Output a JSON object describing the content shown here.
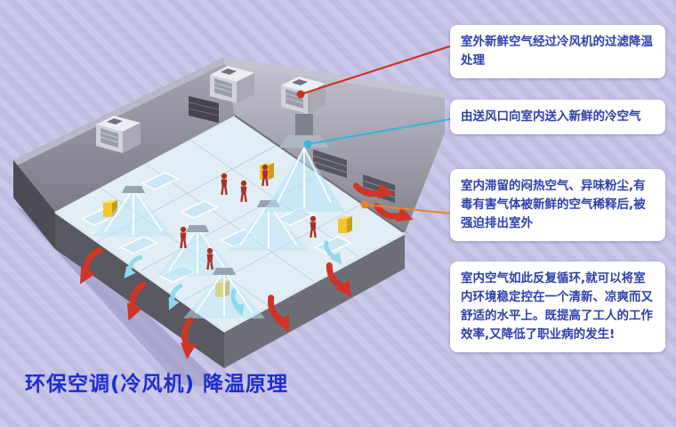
{
  "title": "环保空调(冷风机) 降温原理",
  "callouts": [
    {
      "text": "室外新鲜空气经过冷风机的过滤降温处理",
      "accent": "#d42b20"
    },
    {
      "text": "由送风口向室内送入新鲜的冷空气",
      "accent": "#35b6dc"
    },
    {
      "text": "室内滞留的闷热空气、异味粉尘,有毒有害气体被新鲜的空气稀释后,被强迫排出室外",
      "accent": "#e8862a"
    },
    {
      "text": "室内空气如此反复循环,就可以将室内环境稳定控在一个清新、凉爽而又舒适的水平上。既提高了工人的工作效率,又降低了职业病的发生!",
      "accent": ""
    }
  ],
  "colors": {
    "background": "#c5c3e6",
    "callout_bg": "#ffffff",
    "callout_text": "#2e3fae",
    "title_text": "#1e2dd2",
    "connector_red": "#d42b20",
    "connector_cyan": "#35b6dc",
    "connector_orange": "#e8862a"
  }
}
